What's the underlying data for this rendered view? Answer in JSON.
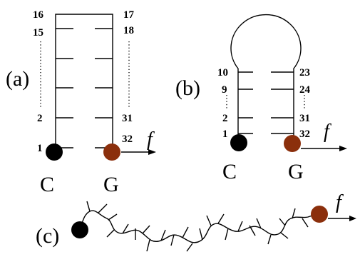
{
  "colors": {
    "c_bead": "#000000",
    "g_bead": "#8b2f0c",
    "line": "#000000"
  },
  "panel_a": {
    "label": "(a)",
    "left_numbers": [
      "16",
      "15",
      "2",
      "1"
    ],
    "right_numbers": [
      "17",
      "18",
      "31",
      "32"
    ],
    "base_left": "C",
    "base_right": "G",
    "force": "f"
  },
  "panel_b": {
    "label": "(b)",
    "left_numbers": [
      "10",
      "9",
      "2",
      "1"
    ],
    "right_numbers": [
      "23",
      "24",
      "31",
      "32"
    ],
    "base_left": "C",
    "base_right": "G",
    "force": "f"
  },
  "panel_c": {
    "label": "(c)",
    "force": "f"
  }
}
